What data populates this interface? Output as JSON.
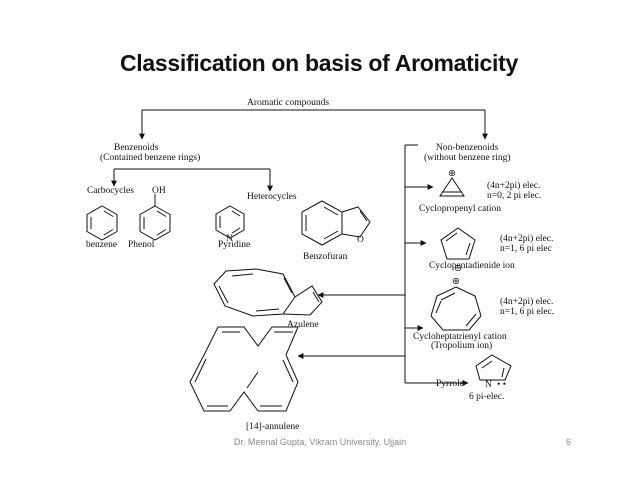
{
  "slide": {
    "title": "Classification on basis of Aromaticity",
    "footer": "Dr. Meenal Gupta, Vikram University, Ujjain",
    "page_number": "6"
  },
  "diagram": {
    "root": "Aromatic compounds",
    "benzenoids": "Benzenoids",
    "benzenoids_sub": "(Contained benzene rings)",
    "non_benzenoids": "Non-benzenoids",
    "non_benzenoids_sub": "(without benzene ring)",
    "carbocycles": "Carbocycles",
    "heterocycles": "Heterocycles",
    "oh": "OH",
    "n_atom": "N",
    "o_atom": "O",
    "benzene": "benzene",
    "phenol": "Phenol",
    "pyridine": "Pyridine",
    "benzofuran": "Benzofuran",
    "azulene": "Azulene",
    "annulene": "[14]-annulene",
    "cyclopropenyl": {
      "rule": "(4n+2pi) elec.",
      "count": "n=0, 2 pi elec.",
      "name": "Cyclopropenyl cation",
      "charge": "⊕"
    },
    "cyclopentadienide": {
      "rule": "(4n+2pi) elec.",
      "count": "n=1, 6 pi elec",
      "name": "Cyclopentadienide ion",
      "charge": "⊖"
    },
    "cycloheptatrienyl": {
      "rule": "(4n+2pi) elec.",
      "count": "n=1, 6 pi elec.",
      "name": "Cycloheptatrienyl cation",
      "name2": "(Tropolium ion)",
      "charge": "⊕"
    },
    "pyrrole": {
      "name": "Pyrrole",
      "atom": "N",
      "lone_pair": "• •",
      "electrons": "6 pi-elec."
    }
  }
}
